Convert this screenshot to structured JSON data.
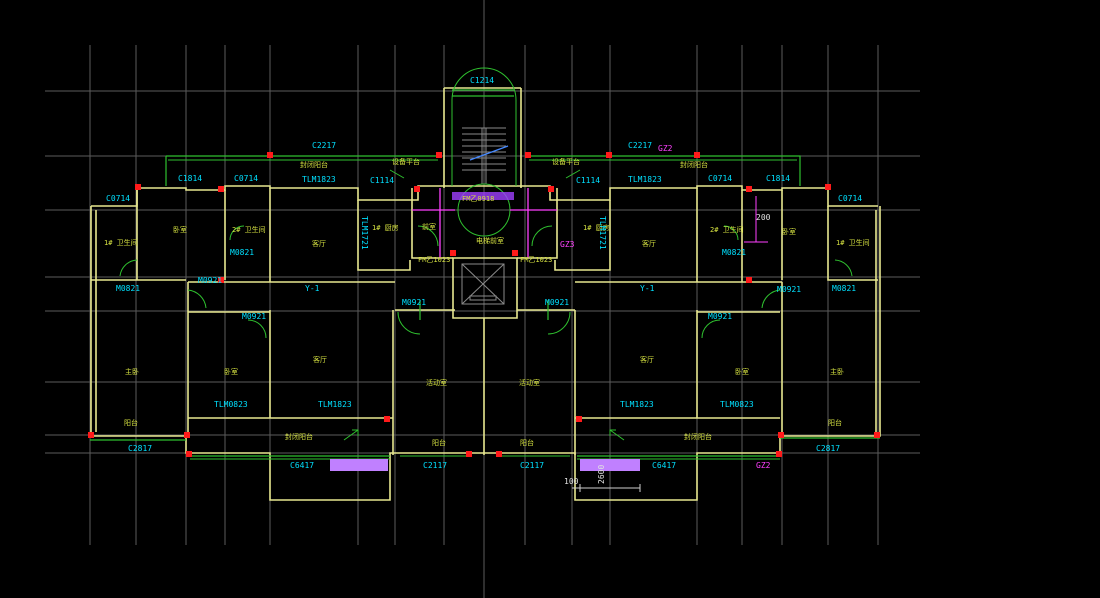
{
  "colors": {
    "background": "#000000",
    "grid": "#5b5b5b",
    "wall": "#e8e890",
    "window": "#2fc02f",
    "label": "#00e0ff",
    "room": "#d4e040",
    "column": "#ff1a1a",
    "highlight": "#ff40ff",
    "fill": "#c080ff"
  },
  "labels": [
    {
      "text": "C1214",
      "cls": "cy"
    },
    {
      "text": "C2217",
      "cls": "cy"
    },
    {
      "text": "C2217",
      "cls": "cy"
    },
    {
      "text": "GZ2",
      "cls": "mg"
    },
    {
      "text": "C1814",
      "cls": "cy"
    },
    {
      "text": "C0714",
      "cls": "cy"
    },
    {
      "text": "TLM1823",
      "cls": "cy"
    },
    {
      "text": "C1114",
      "cls": "cy"
    },
    {
      "text": "C1114",
      "cls": "cy"
    },
    {
      "text": "TLM1823",
      "cls": "cy"
    },
    {
      "text": "C0714",
      "cls": "cy"
    },
    {
      "text": "C1814",
      "cls": "cy"
    },
    {
      "text": "C0714",
      "cls": "cy"
    },
    {
      "text": "C0714",
      "cls": "cy"
    },
    {
      "text": "1# 卫生间",
      "cls": "gl"
    },
    {
      "text": "卧室",
      "cls": "gl"
    },
    {
      "text": "2# 卫生间",
      "cls": "gl"
    },
    {
      "text": "客厅",
      "cls": "gl"
    },
    {
      "text": "1# 厨房",
      "cls": "gl"
    },
    {
      "text": "1# 厨房",
      "cls": "gl"
    },
    {
      "text": "客厅",
      "cls": "gl"
    },
    {
      "text": "2# 卫生间",
      "cls": "gl"
    },
    {
      "text": "卧室",
      "cls": "gl"
    },
    {
      "text": "1# 卫生间",
      "cls": "gl"
    },
    {
      "text": "M0821",
      "cls": "cy"
    },
    {
      "text": "M0821",
      "cls": "cy"
    },
    {
      "text": "M0921",
      "cls": "cy"
    },
    {
      "text": "M0921",
      "cls": "cy"
    },
    {
      "text": "M0821",
      "cls": "cy"
    },
    {
      "text": "M0821",
      "cls": "cy"
    },
    {
      "text": "Y-1",
      "cls": "cy"
    },
    {
      "text": "Y-1",
      "cls": "cy"
    },
    {
      "text": "M0921",
      "cls": "cy"
    },
    {
      "text": "M0921",
      "cls": "cy"
    },
    {
      "text": "M0921",
      "cls": "cy"
    },
    {
      "text": "M0921",
      "cls": "cy"
    },
    {
      "text": "主卧",
      "cls": "gl"
    },
    {
      "text": "卧室",
      "cls": "gl"
    },
    {
      "text": "客厅",
      "cls": "gl"
    },
    {
      "text": "活动室",
      "cls": "gl"
    },
    {
      "text": "活动室",
      "cls": "gl"
    },
    {
      "text": "客厅",
      "cls": "gl"
    },
    {
      "text": "卧室",
      "cls": "gl"
    },
    {
      "text": "主卧",
      "cls": "gl"
    },
    {
      "text": "TLM0823",
      "cls": "cy"
    },
    {
      "text": "TLM1823",
      "cls": "cy"
    },
    {
      "text": "TLM1823",
      "cls": "cy"
    },
    {
      "text": "TLM0823",
      "cls": "cy"
    },
    {
      "text": "阳台",
      "cls": "gl"
    },
    {
      "text": "封闭阳台",
      "cls": "gl"
    },
    {
      "text": "阳台",
      "cls": "gl"
    },
    {
      "text": "阳台",
      "cls": "gl"
    },
    {
      "text": "封闭阳台",
      "cls": "gl"
    },
    {
      "text": "阳台",
      "cls": "gl"
    },
    {
      "text": "C2817",
      "cls": "cy"
    },
    {
      "text": "C6417",
      "cls": "cy"
    },
    {
      "text": "C2117",
      "cls": "cy"
    },
    {
      "text": "C2117",
      "cls": "cy"
    },
    {
      "text": "C6417",
      "cls": "cy"
    },
    {
      "text": "GZ2",
      "cls": "mg"
    },
    {
      "text": "C2817",
      "cls": "cy"
    },
    {
      "text": "100",
      "cls": "wt"
    },
    {
      "text": "2600",
      "cls": "wt"
    },
    {
      "text": "200",
      "cls": "wt"
    },
    {
      "text": "TLM1721",
      "cls": "cy"
    },
    {
      "text": "TLM1721",
      "cls": "cy"
    },
    {
      "text": "GZ3",
      "cls": "mg"
    },
    {
      "text": "FM乙1023",
      "cls": "gl"
    },
    {
      "text": "FM乙1023",
      "cls": "gl"
    },
    {
      "text": "前室",
      "cls": "gl"
    },
    {
      "text": "电梯前室",
      "cls": "gl"
    },
    {
      "text": "封闭阳台",
      "cls": "gl"
    },
    {
      "text": "封闭阳台",
      "cls": "gl"
    },
    {
      "text": "设备平台",
      "cls": "gl"
    },
    {
      "text": "设备平台",
      "cls": "gl"
    },
    {
      "text": "FM乙0918",
      "cls": "gl"
    }
  ]
}
